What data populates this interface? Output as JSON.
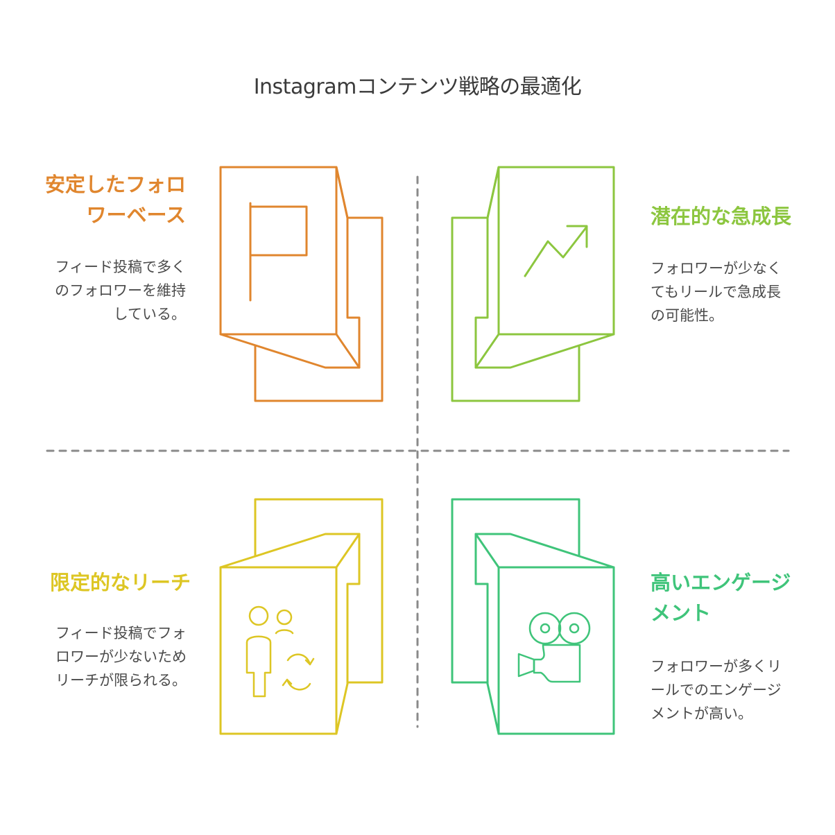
{
  "title": "Instagramコンテンツ戦略の最適化",
  "colors": {
    "orange": "#E0862E",
    "lime": "#8CC63F",
    "yellow": "#DDC624",
    "green": "#3FC47A",
    "divider": "#8a8a8a"
  },
  "quadrants": {
    "top_left": {
      "heading": "安定したフォロ\nワーベース",
      "description": "フィード投稿で多く\nのフォロワーを維持\nしている。",
      "icon": "flag-icon"
    },
    "top_right": {
      "heading": "潜在的な急成長",
      "description": "フォロワーが少なく\nてもリールで急成長\nの可能性。",
      "icon": "trending-up-icon"
    },
    "bottom_left": {
      "heading": "限定的なリーチ",
      "description": "フィード投稿でフォ\nロワーが少ないため\nリーチが限られる。",
      "icon": "users-refresh-icon"
    },
    "bottom_right": {
      "heading": "高いエンゲージ\nメント",
      "description": "フォロワーが多くリ\nールでのエンゲージ\nメントが高い。",
      "icon": "video-camera-icon"
    }
  }
}
